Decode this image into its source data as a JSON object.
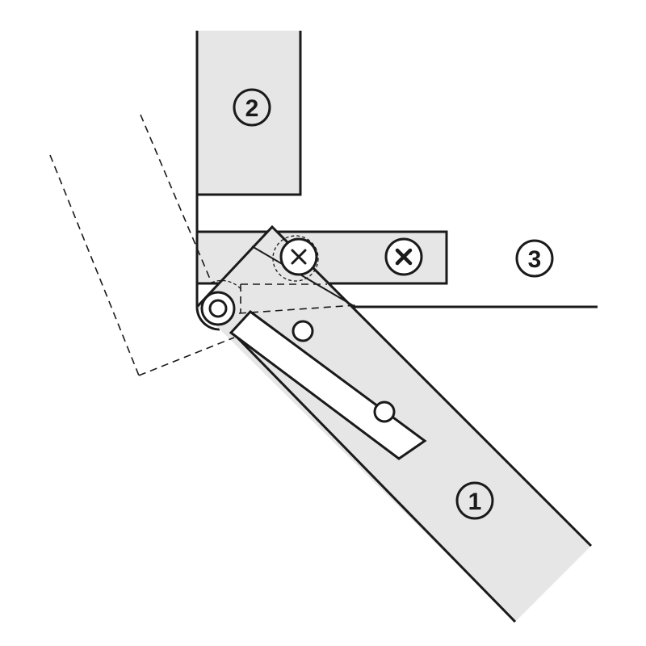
{
  "colors": {
    "part_fill": "#e6e6e6",
    "line": "#1a1a1a",
    "background": "#ffffff"
  },
  "callouts": {
    "hinge_arm": "1",
    "fixed_panel": "2",
    "mounting_plate": "3"
  },
  "icons": {
    "fixing_screw": "screw-cross-icon",
    "pivot": "pivot-pin-icon",
    "screw_hole": "screw-hole-icon"
  }
}
